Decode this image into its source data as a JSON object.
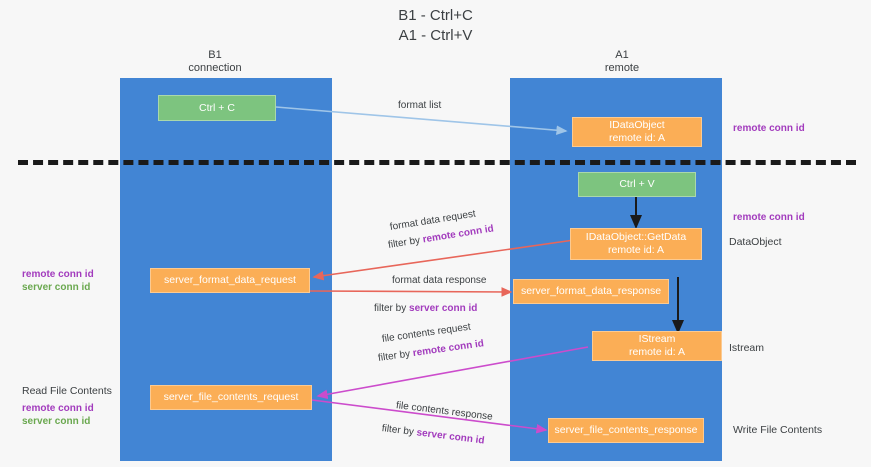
{
  "title": {
    "line1": "B1 - Ctrl+C",
    "line2": "A1 - Ctrl+V"
  },
  "columns": [
    {
      "name": "B1",
      "sub": "connection"
    },
    {
      "name": "A1",
      "sub": "remote"
    }
  ],
  "colors": {
    "lane": "#4285d4",
    "green_box": "#7dc47f",
    "orange_box": "#fbae56",
    "remote_conn_id": "#a23bbd",
    "server_conn_id": "#6aa84f",
    "arrow_format_list": "#9fc5e8",
    "arrow_format_data": "#e8665a",
    "arrow_file_contents": "#cc4ccc",
    "arrow_black": "#1a1a1a",
    "divider": "#1a1a1a",
    "background": "#f7f7f7"
  },
  "boxes": {
    "ctrl_c": {
      "line1": "Ctrl + C"
    },
    "idataobject": {
      "line1": "IDataObject",
      "line2": "remote id: A"
    },
    "ctrl_v": {
      "line1": "Ctrl + V"
    },
    "getdata": {
      "line1": "IDataObject::GetData",
      "line2": "remote id: A"
    },
    "server_format_data_request": {
      "line1": "server_format_data_request"
    },
    "server_format_data_response": {
      "line1": "server_format_data_response"
    },
    "istream": {
      "line1": "IStream",
      "line2": "remote id: A"
    },
    "server_file_contents_request": {
      "line1": "server_file_contents_request"
    },
    "server_file_contents_response": {
      "line1": "server_file_contents_response"
    }
  },
  "edge_labels": {
    "format_list": "format list",
    "format_data_request": "format data request",
    "format_data_request_filter_prefix": "filter by ",
    "format_data_request_filter_tag": "remote conn id",
    "format_data_response": "format data response",
    "format_data_response_filter_prefix": "filter by ",
    "format_data_response_filter_tag": "server conn id",
    "file_contents_request": "file contents request",
    "file_contents_request_filter_prefix": "filter by ",
    "file_contents_request_filter_tag": "remote conn id",
    "file_contents_response": "file contents response",
    "file_contents_response_filter_prefix": "filter by ",
    "file_contents_response_filter_tag": "server conn id"
  },
  "right_labels": {
    "remote_conn_id_top": "remote conn id",
    "remote_conn_id_mid": "remote conn id",
    "dataobject": "DataObject",
    "istream": "Istream",
    "write_file_contents": "Write File Contents"
  },
  "left_labels": {
    "remote_conn_id": "remote conn id",
    "server_conn_id": "server conn id",
    "read_file_contents": "Read File Contents",
    "remote_conn_id_2": "remote conn id",
    "server_conn_id_2": "server conn id"
  }
}
